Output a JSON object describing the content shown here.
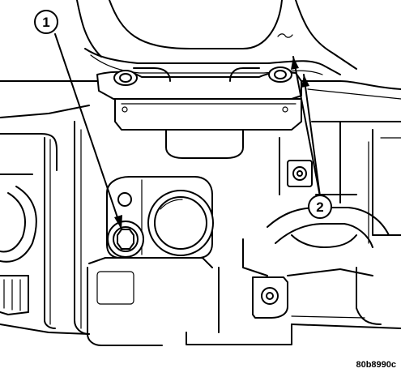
{
  "callouts": [
    {
      "label": "1"
    },
    {
      "label": "2"
    }
  ],
  "figure_id": "80b8990c",
  "colors": {
    "line": "#000000",
    "background": "#ffffff"
  }
}
